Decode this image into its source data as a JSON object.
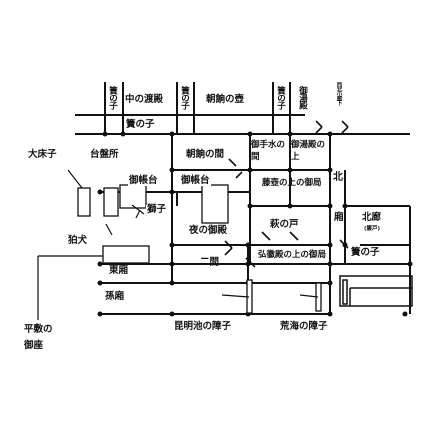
{
  "diagram": {
    "labels": {
      "sunoko_north_top": "簀の子",
      "naka_no_watadono": "中の渡殿",
      "sunoko_mid_top": "簀の子",
      "asagarei_no_tsubo": "朝餉の壺",
      "sunoko_right_top": "簀の子",
      "oyudono_top": "御湯殿",
      "right_small_vertical": "西北小廊下",
      "sunoko_upper": "簀の子",
      "oyuka": "大床子",
      "daibandokoro": "台盤所",
      "asagarei_no_ma": "朝餉の間",
      "ochozu_no_ma": "御手水の間",
      "oyudono_no_ue": "御湯殿の上",
      "kita": "北",
      "michodai_left": "御帳台",
      "michodai_right": "御帳台",
      "fujitsubo_no_ue": "藤壺の上の御局",
      "shishi": "獅子",
      "hagi_no_to": "萩の戸",
      "hisashi": "廂",
      "kitarou": "北廊",
      "kitarou_sub": "(簾戸)",
      "komainu": "狛犬",
      "yoru_no_otodo": "夜の御殿",
      "kokiden_no_ue": "弘徽殿の上の御局",
      "sunoko_lower_right": "簀の子",
      "higashi_bisashi": "東廂",
      "nima": "二間",
      "magobisashi": "孫廂",
      "hirashiki_no_omashi": "平敷の御座",
      "konmeichi_no_shoji": "昆明池の障子",
      "araumi_no_shoji": "荒海の障子"
    }
  }
}
